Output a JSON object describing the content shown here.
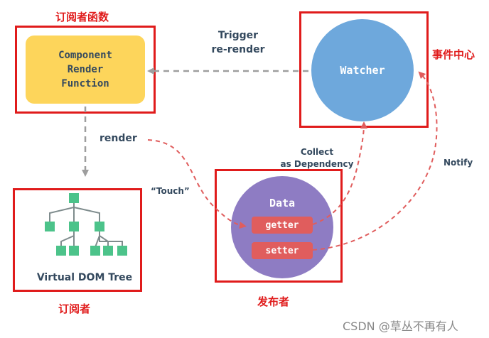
{
  "labels": {
    "subscriber_function": "订阅者函数",
    "event_center": "事件中心",
    "subscriber": "订阅者",
    "publisher": "发布者"
  },
  "component": {
    "line1": "Component",
    "line2": "Render",
    "line3": "Function"
  },
  "watcher": {
    "label": "Watcher"
  },
  "data": {
    "title": "Data",
    "getter": "getter",
    "setter": "setter"
  },
  "vdom": {
    "label": "Virtual DOM Tree"
  },
  "edges": {
    "trigger_line1": "Trigger",
    "trigger_line2": "re-render",
    "render": "render",
    "touch": "“Touch”",
    "collect_line1": "Collect",
    "collect_line2": "as Dependency",
    "notify": "Notify"
  },
  "watermark": "CSDN @草丛不再有人",
  "colors": {
    "red_frame": "#e01b1b",
    "component_fill": "#fdd55b",
    "watcher_fill": "#6ea8dc",
    "data_fill": "#8e7cc3",
    "pill_fill": "#e05d5d",
    "tree_node": "#4cc38a",
    "text_dark": "#34495e"
  }
}
